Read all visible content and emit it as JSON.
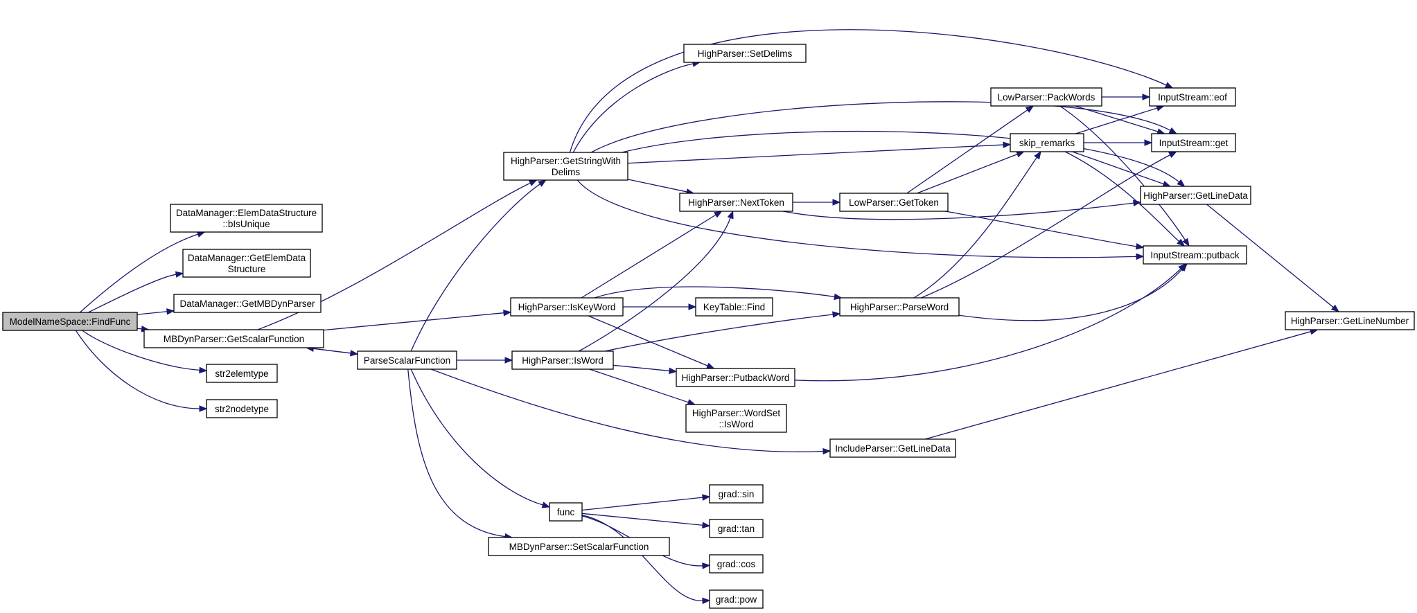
{
  "diagram": {
    "nodes": [
      {
        "id": "findfunc",
        "label": [
          "ModelNameSpace::FindFunc"
        ],
        "highlight": true
      },
      {
        "id": "blsunique",
        "label": [
          "DataManager::ElemDataStructure",
          "::bIsUnique"
        ]
      },
      {
        "id": "getelemdata",
        "label": [
          "DataManager::GetElemData",
          "Structure"
        ]
      },
      {
        "id": "getmbdynparser",
        "label": [
          "DataManager::GetMBDynParser"
        ]
      },
      {
        "id": "getscalarfunction",
        "label": [
          "MBDynParser::GetScalarFunction"
        ]
      },
      {
        "id": "str2elemtype",
        "label": [
          "str2elemtype"
        ]
      },
      {
        "id": "str2nodetype",
        "label": [
          "str2nodetype"
        ]
      },
      {
        "id": "getstringwithdelims",
        "label": [
          "HighParser::GetStringWith",
          "Delims"
        ]
      },
      {
        "id": "parsescalarfunction",
        "label": [
          "ParseScalarFunction"
        ]
      },
      {
        "id": "setdelims",
        "label": [
          "HighParser::SetDelims"
        ]
      },
      {
        "id": "nexttoken",
        "label": [
          "HighParser::NextToken"
        ]
      },
      {
        "id": "iskeyword",
        "label": [
          "HighParser::IsKeyWord"
        ]
      },
      {
        "id": "isword",
        "label": [
          "HighParser::IsWord"
        ]
      },
      {
        "id": "func",
        "label": [
          "func"
        ]
      },
      {
        "id": "setscalarfunction",
        "label": [
          "MBDynParser::SetScalarFunction"
        ]
      },
      {
        "id": "keytablefind",
        "label": [
          "KeyTable::Find"
        ]
      },
      {
        "id": "putbackword",
        "label": [
          "HighParser::PutbackWord"
        ]
      },
      {
        "id": "wordsetisword",
        "label": [
          "HighParser::WordSet",
          "::IsWord"
        ]
      },
      {
        "id": "includegetlinedata",
        "label": [
          "IncludeParser::GetLineData"
        ]
      },
      {
        "id": "gradsin",
        "label": [
          "grad::sin"
        ]
      },
      {
        "id": "gradtan",
        "label": [
          "grad::tan"
        ]
      },
      {
        "id": "gradcos",
        "label": [
          "grad::cos"
        ]
      },
      {
        "id": "gradpow",
        "label": [
          "grad::pow"
        ]
      },
      {
        "id": "packwords",
        "label": [
          "LowParser::PackWords"
        ]
      },
      {
        "id": "gettoken",
        "label": [
          "LowParser::GetToken"
        ]
      },
      {
        "id": "skipremarks",
        "label": [
          "skip_remarks"
        ]
      },
      {
        "id": "parseword",
        "label": [
          "HighParser::ParseWord"
        ]
      },
      {
        "id": "eof",
        "label": [
          "InputStream::eof"
        ]
      },
      {
        "id": "get",
        "label": [
          "InputStream::get"
        ]
      },
      {
        "id": "getlinedata",
        "label": [
          "HighParser::GetLineData"
        ]
      },
      {
        "id": "putback",
        "label": [
          "InputStream::putback"
        ]
      },
      {
        "id": "getlinenumber",
        "label": [
          "HighParser::GetLineNumber"
        ]
      }
    ],
    "edges": [
      [
        "findfunc",
        "blsunique"
      ],
      [
        "findfunc",
        "getelemdata"
      ],
      [
        "findfunc",
        "getmbdynparser"
      ],
      [
        "findfunc",
        "getscalarfunction"
      ],
      [
        "findfunc",
        "str2elemtype"
      ],
      [
        "findfunc",
        "str2nodetype"
      ],
      [
        "getscalarfunction",
        "getstringwithdelims"
      ],
      [
        "getscalarfunction",
        "iskeyword"
      ],
      [
        "getscalarfunction",
        "parsescalarfunction"
      ],
      [
        "parsescalarfunction",
        "getscalarfunction"
      ],
      [
        "parsescalarfunction",
        "getstringwithdelims"
      ],
      [
        "parsescalarfunction",
        "isword"
      ],
      [
        "parsescalarfunction",
        "includegetlinedata"
      ],
      [
        "parsescalarfunction",
        "func"
      ],
      [
        "parsescalarfunction",
        "setscalarfunction"
      ],
      [
        "getstringwithdelims",
        "setdelims"
      ],
      [
        "getstringwithdelims",
        "eof"
      ],
      [
        "getstringwithdelims",
        "get"
      ],
      [
        "getstringwithdelims",
        "getlinedata"
      ],
      [
        "getstringwithdelims",
        "skipremarks"
      ],
      [
        "getstringwithdelims",
        "nexttoken"
      ],
      [
        "getstringwithdelims",
        "putback"
      ],
      [
        "nexttoken",
        "gettoken"
      ],
      [
        "nexttoken",
        "getlinedata"
      ],
      [
        "gettoken",
        "packwords"
      ],
      [
        "gettoken",
        "skipremarks"
      ],
      [
        "gettoken",
        "putback"
      ],
      [
        "packwords",
        "eof"
      ],
      [
        "packwords",
        "get"
      ],
      [
        "packwords",
        "putback"
      ],
      [
        "skipremarks",
        "eof"
      ],
      [
        "skipremarks",
        "get"
      ],
      [
        "skipremarks",
        "getlinedata"
      ],
      [
        "skipremarks",
        "putback"
      ],
      [
        "getlinedata",
        "getlinenumber"
      ],
      [
        "iskeyword",
        "nexttoken"
      ],
      [
        "iskeyword",
        "keytablefind"
      ],
      [
        "iskeyword",
        "parseword"
      ],
      [
        "iskeyword",
        "putbackword"
      ],
      [
        "isword",
        "nexttoken"
      ],
      [
        "isword",
        "parseword"
      ],
      [
        "isword",
        "putbackword"
      ],
      [
        "isword",
        "wordsetisword"
      ],
      [
        "parseword",
        "skipremarks"
      ],
      [
        "parseword",
        "get"
      ],
      [
        "parseword",
        "putback"
      ],
      [
        "putbackword",
        "putback"
      ],
      [
        "includegetlinedata",
        "getlinenumber"
      ],
      [
        "func",
        "gradsin"
      ],
      [
        "func",
        "gradtan"
      ],
      [
        "func",
        "gradcos"
      ],
      [
        "func",
        "gradpow"
      ]
    ]
  }
}
